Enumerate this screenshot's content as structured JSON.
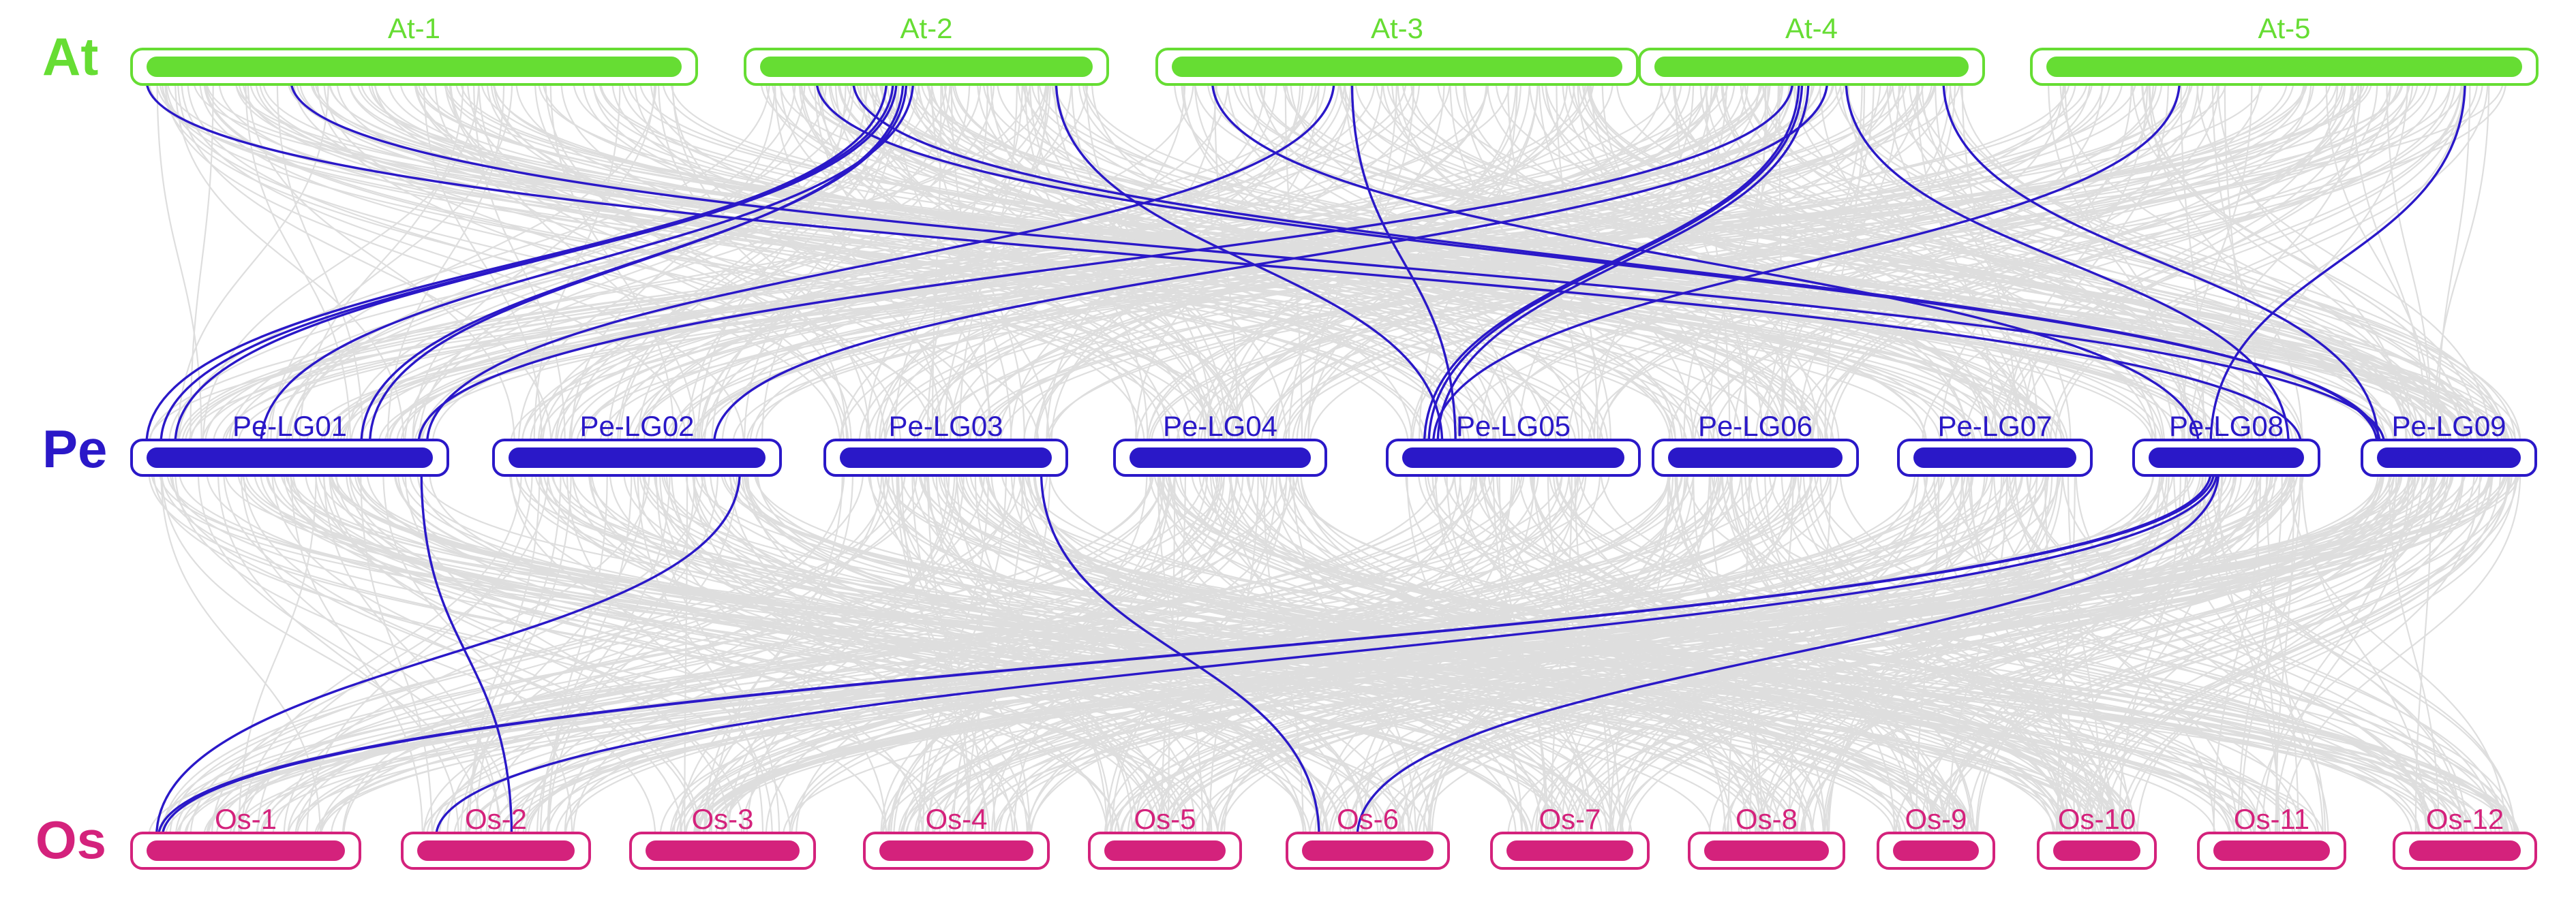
{
  "colors": {
    "at": "#66dd33",
    "pe": "#2a18c8",
    "os": "#d4227c",
    "background_link": "#dedede",
    "highlight_link": "#2a18c8"
  },
  "species": [
    {
      "id": "at",
      "label": "At",
      "chromosomes": [
        "At-1",
        "At-2",
        "At-3",
        "At-4",
        "At-5"
      ]
    },
    {
      "id": "pe",
      "label": "Pe",
      "chromosomes": [
        "Pe-LG01",
        "Pe-LG02",
        "Pe-LG03",
        "Pe-LG04",
        "Pe-LG05",
        "Pe-LG06",
        "Pe-LG07",
        "Pe-LG08",
        "Pe-LG09"
      ]
    },
    {
      "id": "os",
      "label": "Os",
      "chromosomes": [
        "Os-1",
        "Os-2",
        "Os-3",
        "Os-4",
        "Os-5",
        "Os-6",
        "Os-7",
        "Os-8",
        "Os-9",
        "Os-10",
        "Os-11",
        "Os-12"
      ]
    }
  ]
}
